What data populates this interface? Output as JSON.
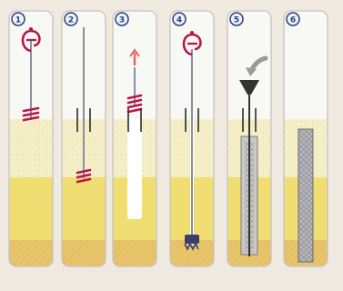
{
  "colors": {
    "frame_bg": "#efe9e0",
    "panel_border": "#c4c4c4",
    "sky": "#f8f8f4",
    "sand_light": "#f5efc8",
    "clay_yellow": "#f0de73",
    "bottom_clay": "#e8c46a",
    "hatch": "#c9a348",
    "auger": "#b8174c",
    "rod": "#8a8fa0",
    "arrow": "#9a9a9a",
    "badge_fill": "#eef3fb",
    "badge_stroke": "#28407a",
    "column": "#8e8e98"
  },
  "panels": [
    {
      "number": "1",
      "stage": "auger-positioning"
    },
    {
      "number": "2",
      "stage": "auger-drilling"
    },
    {
      "number": "3",
      "stage": "auger-withdrawal"
    },
    {
      "number": "4",
      "stage": "cutting-head-at-depth"
    },
    {
      "number": "5",
      "stage": "concrete-pouring"
    },
    {
      "number": "6",
      "stage": "finished-pile"
    }
  ]
}
